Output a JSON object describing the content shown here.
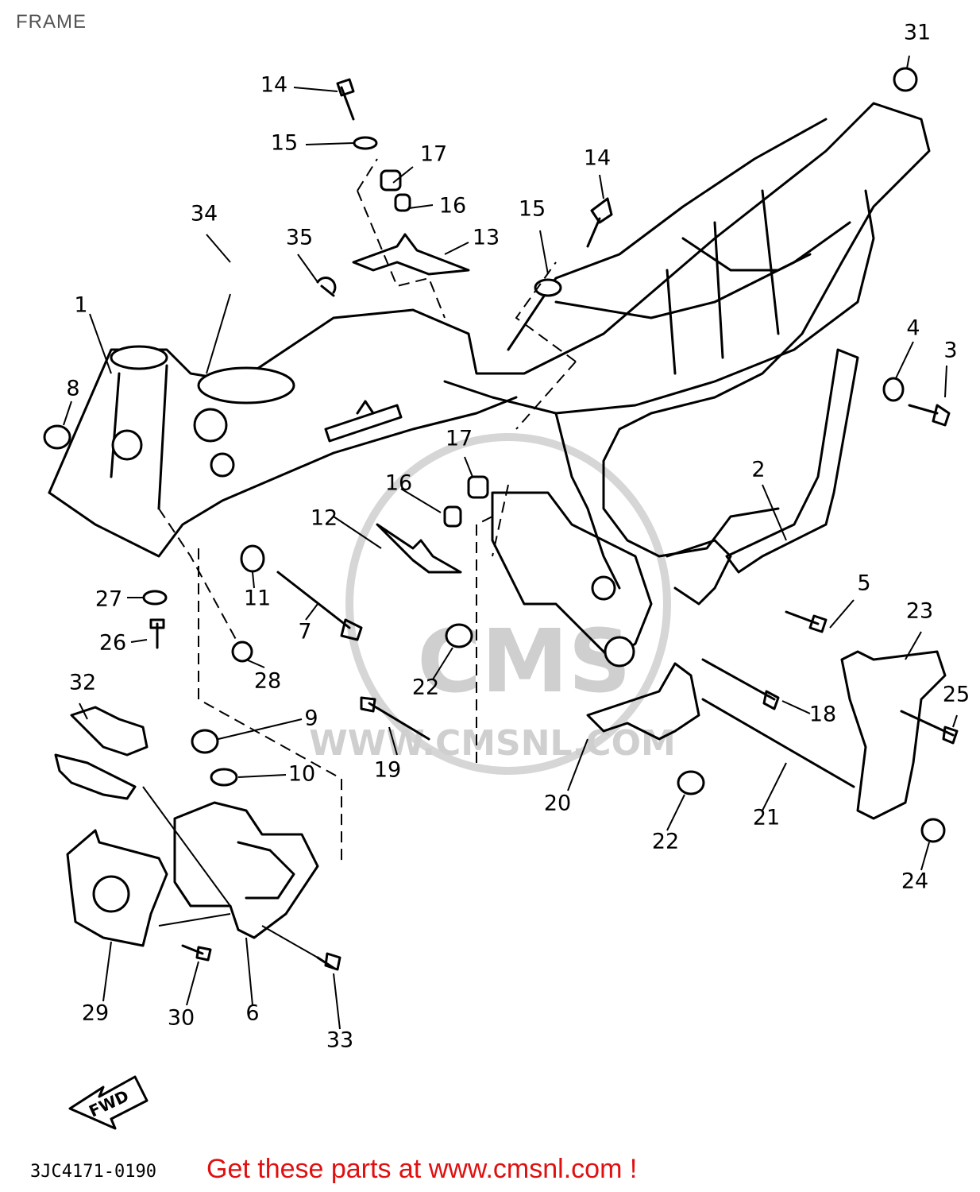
{
  "page": {
    "title": "FRAME"
  },
  "footer": {
    "catalog_code": "3JC4171-0190",
    "promo_text": "Get these parts at www.cmsnl.com !"
  },
  "watermark": {
    "brand": "CMS",
    "url": "WWW.CMSNL.COM"
  },
  "fwd_label": "FWD",
  "callouts": [
    {
      "id": "1",
      "label": "1"
    },
    {
      "id": "2",
      "label": "2"
    },
    {
      "id": "3",
      "label": "3"
    },
    {
      "id": "4",
      "label": "4"
    },
    {
      "id": "5",
      "label": "5"
    },
    {
      "id": "6",
      "label": "6"
    },
    {
      "id": "7",
      "label": "7"
    },
    {
      "id": "8",
      "label": "8"
    },
    {
      "id": "9",
      "label": "9"
    },
    {
      "id": "10",
      "label": "10"
    },
    {
      "id": "11",
      "label": "11"
    },
    {
      "id": "12",
      "label": "12"
    },
    {
      "id": "13",
      "label": "13"
    },
    {
      "id": "14a",
      "label": "14"
    },
    {
      "id": "14b",
      "label": "14"
    },
    {
      "id": "15a",
      "label": "15"
    },
    {
      "id": "15b",
      "label": "15"
    },
    {
      "id": "16a",
      "label": "16"
    },
    {
      "id": "16b",
      "label": "16"
    },
    {
      "id": "17a",
      "label": "17"
    },
    {
      "id": "17b",
      "label": "17"
    },
    {
      "id": "18",
      "label": "18"
    },
    {
      "id": "19",
      "label": "19"
    },
    {
      "id": "20",
      "label": "20"
    },
    {
      "id": "21",
      "label": "21"
    },
    {
      "id": "22a",
      "label": "22"
    },
    {
      "id": "22b",
      "label": "22"
    },
    {
      "id": "23",
      "label": "23"
    },
    {
      "id": "24",
      "label": "24"
    },
    {
      "id": "25",
      "label": "25"
    },
    {
      "id": "26",
      "label": "26"
    },
    {
      "id": "27",
      "label": "27"
    },
    {
      "id": "28",
      "label": "28"
    },
    {
      "id": "29",
      "label": "29"
    },
    {
      "id": "30",
      "label": "30"
    },
    {
      "id": "31",
      "label": "31"
    },
    {
      "id": "32",
      "label": "32"
    },
    {
      "id": "33",
      "label": "33"
    },
    {
      "id": "34",
      "label": "34"
    },
    {
      "id": "35",
      "label": "35"
    }
  ]
}
